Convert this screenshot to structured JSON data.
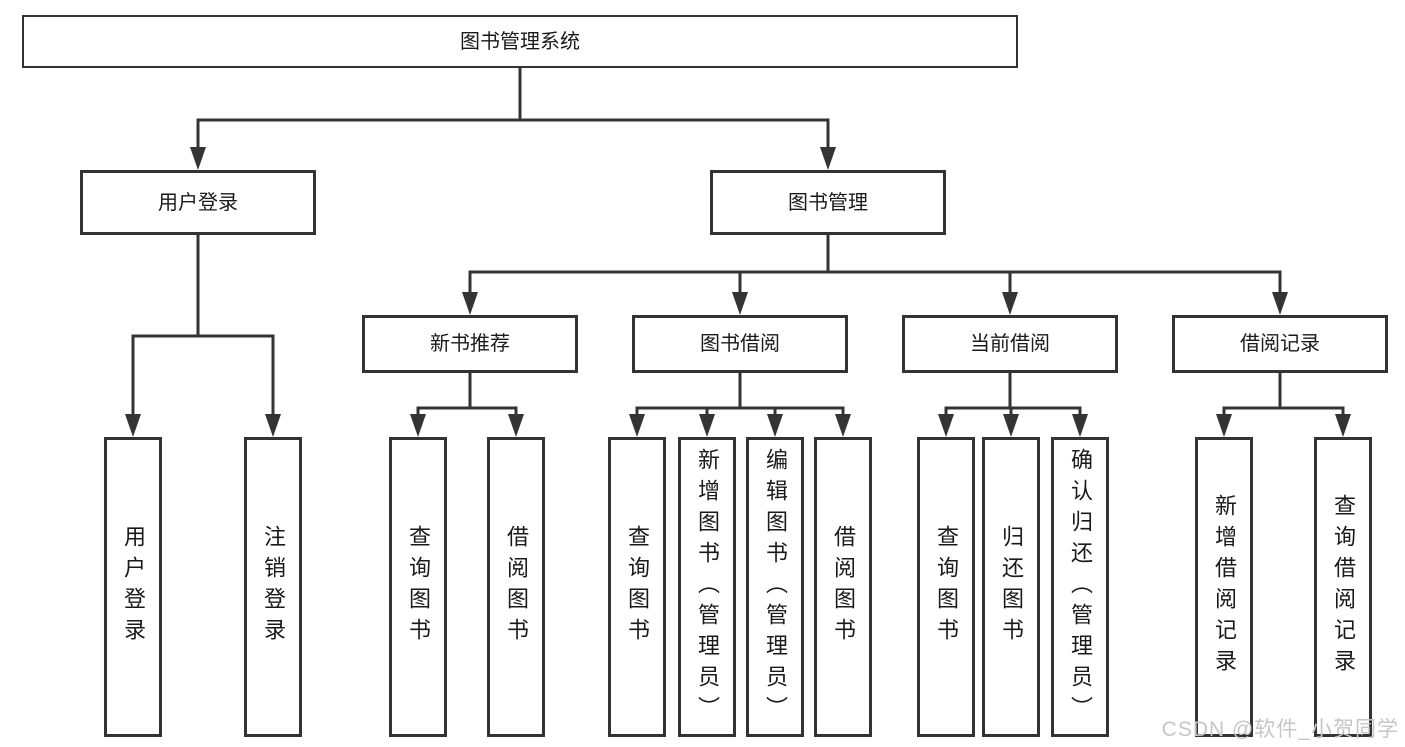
{
  "diagram": {
    "root": {
      "label": "图书管理系统",
      "children": [
        {
          "label": "用户登录",
          "children": [
            {
              "label": "用户登录"
            },
            {
              "label": "注销登录"
            }
          ]
        },
        {
          "label": "图书管理",
          "children": [
            {
              "label": "新书推荐",
              "children": [
                {
                  "label": "查询图书"
                },
                {
                  "label": "借阅图书"
                }
              ]
            },
            {
              "label": "图书借阅",
              "children": [
                {
                  "label": "查询图书"
                },
                {
                  "label": "新增图书（管理员）"
                },
                {
                  "label": "编辑图书（管理员）"
                },
                {
                  "label": "借阅图书"
                }
              ]
            },
            {
              "label": "当前借阅",
              "children": [
                {
                  "label": "查询图书"
                },
                {
                  "label": "归还图书"
                },
                {
                  "label": "确认归还（管理员）"
                }
              ]
            },
            {
              "label": "借阅记录",
              "children": [
                {
                  "label": "新增借阅记录"
                },
                {
                  "label": "查询借阅记录"
                }
              ]
            }
          ]
        }
      ]
    }
  },
  "watermark": "CSDN @软件_小贺同学",
  "colors": {
    "line": "#343434",
    "box_border": "#333333",
    "text": "#1a1a1a",
    "background": "#ffffff",
    "watermark": "#c6c6c6"
  }
}
